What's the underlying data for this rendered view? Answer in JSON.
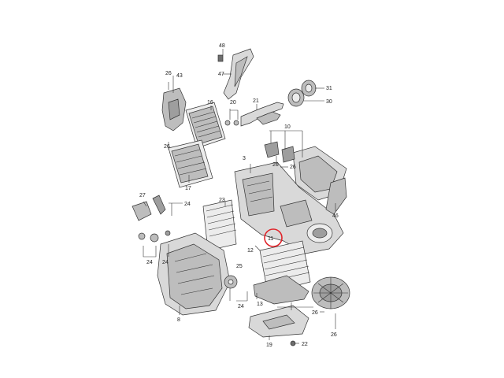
{
  "diagram": {
    "labels": [
      "48",
      "47",
      "26",
      "43",
      "16",
      "20",
      "21",
      "31",
      "30",
      "10",
      "26",
      "3",
      "26",
      "26",
      "17",
      "27",
      "24",
      "23",
      "46",
      "11",
      "12",
      "24",
      "24",
      "8",
      "25",
      "24",
      "13",
      "26",
      "26",
      "19",
      "22"
    ],
    "highlighted": "11"
  },
  "colors": {
    "highlight_ring": "#e0242a",
    "line": "#333333",
    "part_fill": "#d9d9d9"
  }
}
